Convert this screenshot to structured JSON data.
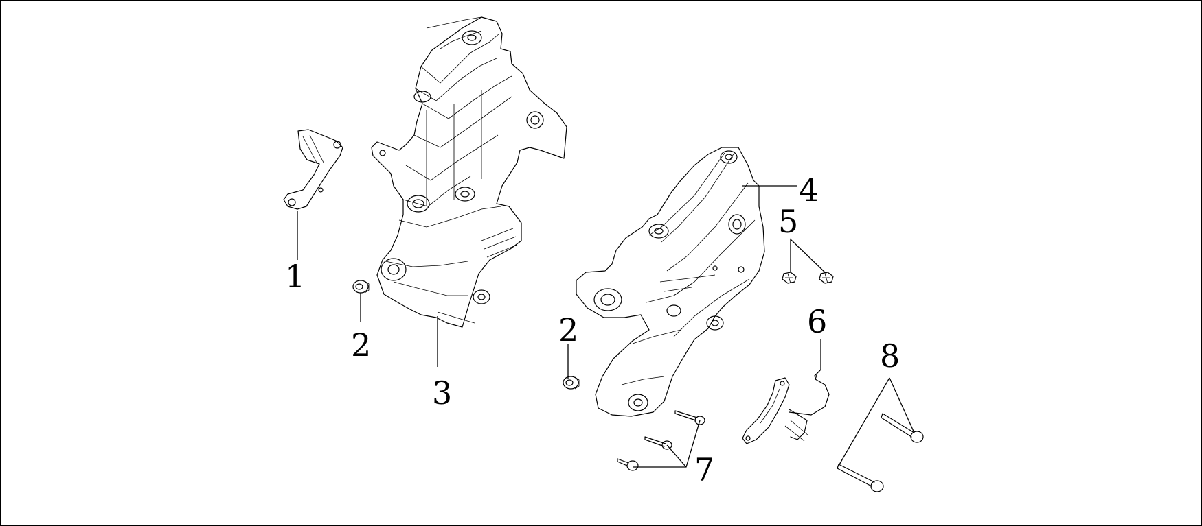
{
  "diagram": {
    "callouts": [
      {
        "id": "c1",
        "label": "1"
      },
      {
        "id": "c2a",
        "label": "2"
      },
      {
        "id": "c2b",
        "label": "2"
      },
      {
        "id": "c3",
        "label": "3"
      },
      {
        "id": "c4",
        "label": "4"
      },
      {
        "id": "c5",
        "label": "5"
      },
      {
        "id": "c6",
        "label": "6"
      },
      {
        "id": "c7",
        "label": "7"
      },
      {
        "id": "c8",
        "label": "8"
      }
    ]
  }
}
